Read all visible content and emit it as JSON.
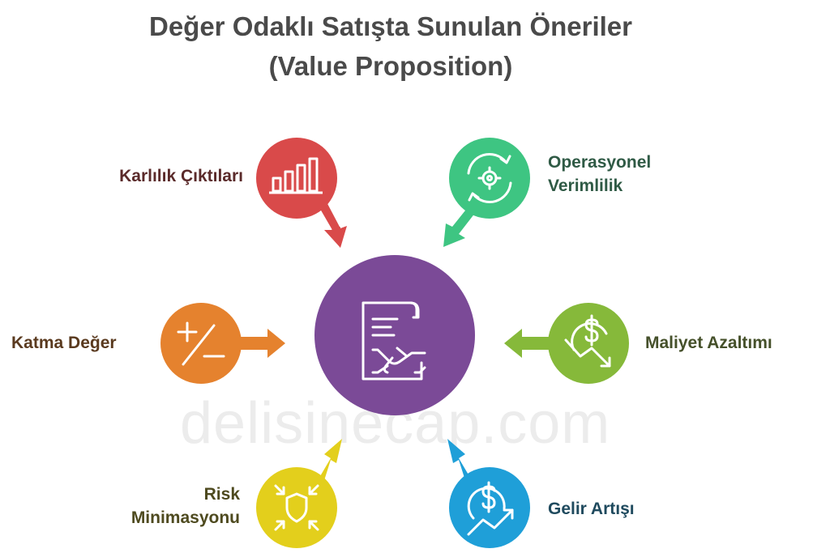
{
  "title": {
    "line1": "Değer Odaklı Satışta Sunulan Öneriler",
    "line2": "(Value Proposition)"
  },
  "watermark": "delisinecap.com",
  "center": {
    "icon": "contract-handshake-icon",
    "color": "#7b4a97"
  },
  "items": [
    {
      "label": "Karlılık Çıktıları",
      "icon": "bar-chart-icon",
      "color": "#d94a4a"
    },
    {
      "label": "Operasyonel\nVerimlilik",
      "icon": "gear-cycle-icon",
      "color": "#3ec582"
    },
    {
      "label": "Katma Değer",
      "icon": "plus-minus-icon",
      "color": "#e5822e"
    },
    {
      "label": "Maliyet Azaltımı",
      "icon": "dollar-decrease-icon",
      "color": "#86b93a"
    },
    {
      "label": "Risk\nMinimasyonu",
      "icon": "shield-icon",
      "color": "#e3cf1c"
    },
    {
      "label": "Gelir Artışı",
      "icon": "dollar-increase-icon",
      "color": "#1f9fd8"
    }
  ]
}
